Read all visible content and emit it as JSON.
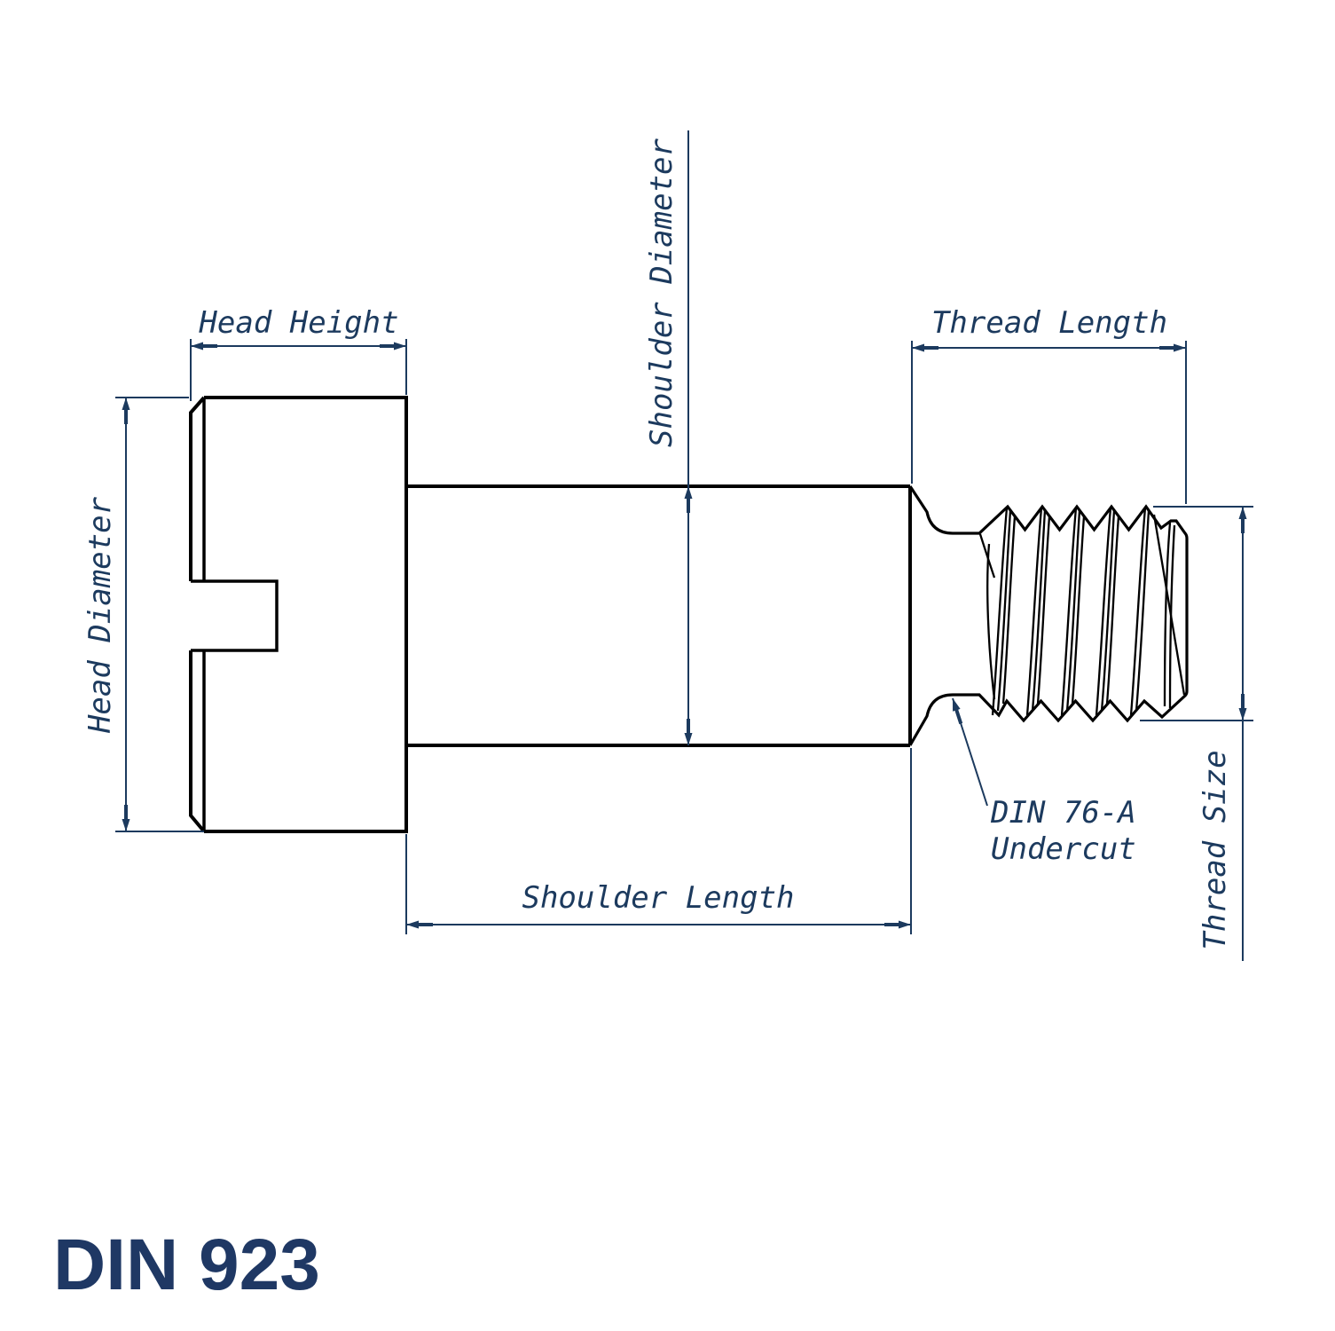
{
  "labels": {
    "head_height": "Head Height",
    "head_diameter": "Head Diameter",
    "shoulder_diameter": "Shoulder Diameter",
    "shoulder_length": "Shoulder Length",
    "thread_length": "Thread Length",
    "thread_size": "Thread Size",
    "undercut_line1": "DIN 76-A",
    "undercut_line2": "Undercut"
  },
  "title": "DIN 923",
  "colors": {
    "dimension": "#1c3a5e",
    "title": "#1f3864",
    "drawing": "#000000"
  }
}
